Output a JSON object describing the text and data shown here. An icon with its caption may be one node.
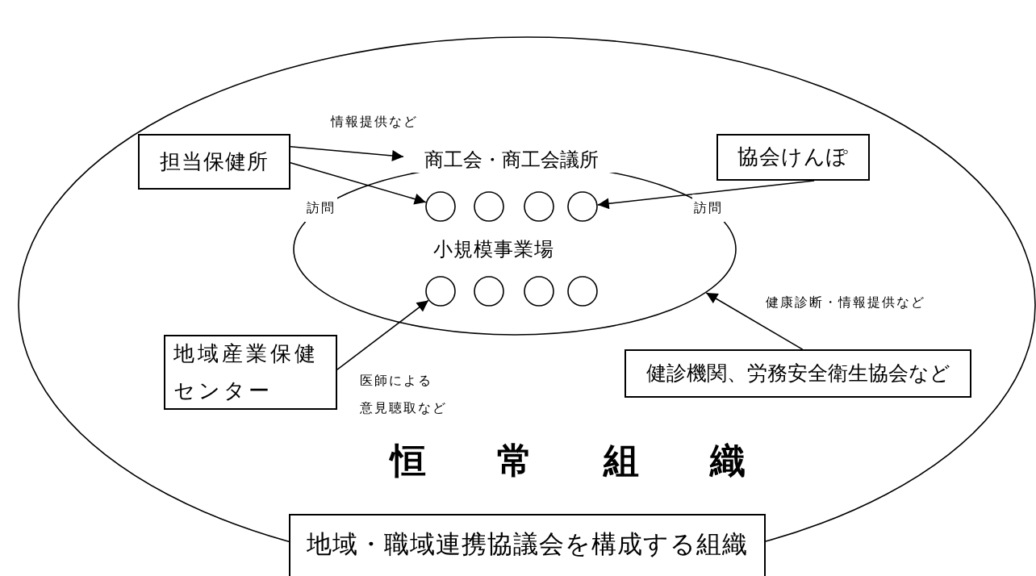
{
  "diagram": {
    "nodes": [
      {
        "text": [
          "恒常組織"
        ]
      },
      {
        "text": [
          "担当保健所"
        ],
        "in": 0
      },
      {
        "text": [
          "小規模事業場"
        ],
        "in": 0
      },
      {
        "text": [
          "商工会・商工会議所"
        ],
        "in": 0
      },
      {
        "text": [],
        "shape": "circle",
        "in": 2
      },
      {
        "text": [],
        "shape": "circle",
        "in": 2
      },
      {
        "text": [],
        "shape": "circle",
        "in": 2
      },
      {
        "text": [],
        "shape": "circle",
        "in": 2
      },
      {
        "text": [],
        "shape": "circle",
        "in": 2
      },
      {
        "text": [],
        "shape": "circle",
        "in": 2
      },
      {
        "text": [],
        "shape": "circle",
        "in": 2
      },
      {
        "text": [],
        "shape": "circle",
        "in": 2
      },
      {
        "text": [
          "協会けんぽ"
        ],
        "in": 0
      },
      {
        "text": [
          "地域産業保健センター"
        ],
        "in": 0
      },
      {
        "text": [
          "健診機関、労務安全衛生協会など"
        ],
        "in": 0
      },
      {
        "text": [
          "地域・職域連携協議会を構成する組織"
        ]
      }
    ],
    "edges": [
      {
        "from": 1,
        "to": 3,
        "arrow": "to",
        "label": "情報提供など"
      },
      {
        "from": 1,
        "to": 4,
        "arrow": "to",
        "label": "訪問"
      },
      {
        "from": 12,
        "to": 7,
        "arrow": "to",
        "label": "訪問"
      },
      {
        "from": 13,
        "to": 8,
        "arrow": "to",
        "label": "医師による意見聴取など"
      },
      {
        "from": 14,
        "to": 2,
        "arrow": "to",
        "label": "健康診断・情報提供など"
      }
    ]
  }
}
